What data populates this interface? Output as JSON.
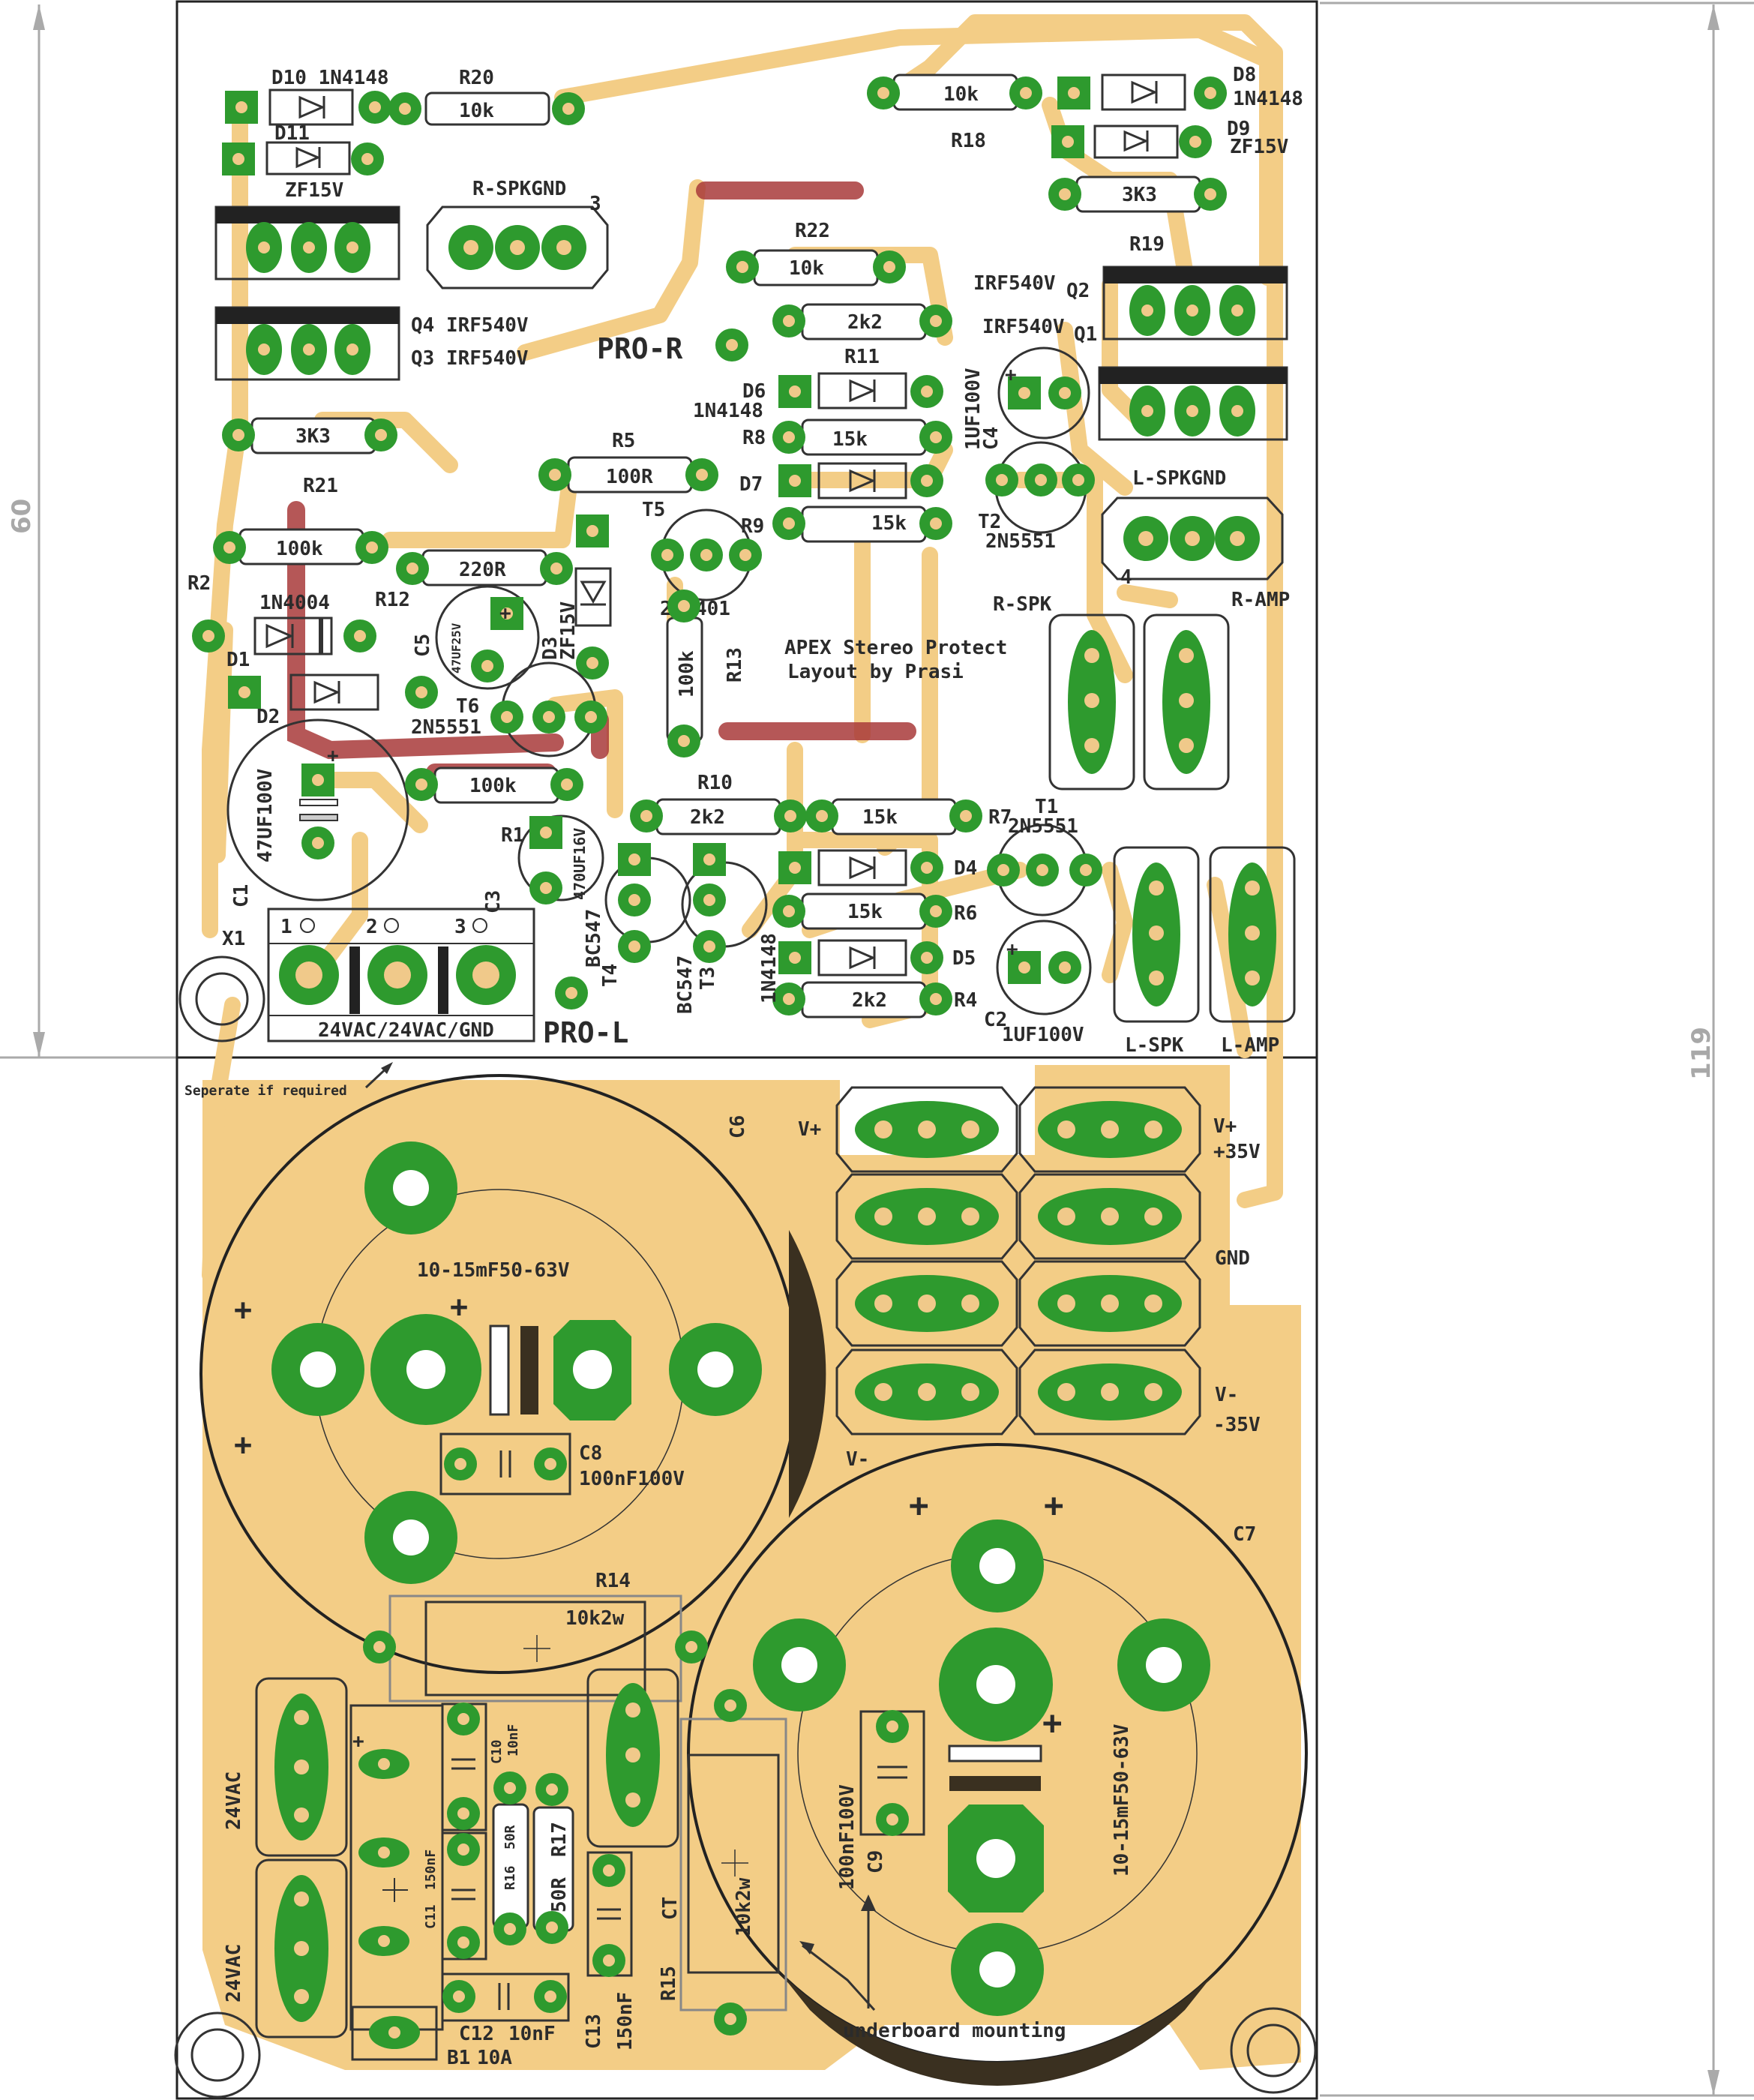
{
  "title": "APEX Stereo Protect",
  "subtitle": "Layout by Prasi",
  "note_separate": "Seperate if required",
  "note_underboard": "underboard mounting",
  "dimensions": {
    "top_height": "60",
    "total_height": "119"
  },
  "connectors": {
    "pro_r": "PRO-R",
    "pro_l": "PRO-L",
    "r_spkgnd": "R-SPKGND",
    "l_spkgnd": "L-SPKGND",
    "r_spk": "R-SPK",
    "r_amp": "R-AMP",
    "l_spk": "L-SPK",
    "l_amp": "L-AMP",
    "x1": "X1",
    "x1_label": "24VAC/24VAC/GND",
    "x1_pins": [
      "1",
      "2",
      "3"
    ],
    "ac1": "24VAC",
    "ac2": "24VAC",
    "v_plus": "V+",
    "v_plus_val": "V+",
    "v_plus_35": "+35V",
    "gnd": "GND",
    "v_minus": "V-",
    "v_minus_35": "-35V",
    "v_minus_label": "V-",
    "ct": "CT",
    "pin3": "3",
    "pin4": "4"
  },
  "parts": {
    "d10": "D10 1N4148",
    "r20": "R20",
    "r20v": "10k",
    "r18v": "10k",
    "r18": "R18",
    "d8": "D8",
    "d8v": "1N4148",
    "d9": "D9",
    "d9v": "ZF15V",
    "d11": "D11",
    "d11v": "ZF15V",
    "r19v": "3K3",
    "r19": "R19",
    "q2": "IRF540V",
    "q2n": "Q2",
    "q1": "IRF540V",
    "q1n": "Q1",
    "q4": "Q4 IRF540V",
    "q3": "Q3 IRF540V",
    "r22": "R22",
    "r22v": "10k",
    "r11v": "2k2",
    "r11": "R11",
    "d6": "D6",
    "d6v": "1N4148",
    "r8": "R8",
    "r8v": "15k",
    "c4v": "1UF100V",
    "c4": "C4",
    "r21v": "3K3",
    "r21": "R21",
    "r5": "R5",
    "r5v": "100R",
    "d7": "D7",
    "r9": "R9",
    "r9v": "15k",
    "t5": "T5",
    "t2": "T2",
    "t2v": "2N5551",
    "r2v": "100k",
    "r2": "R2",
    "r12v": "220R",
    "r12": "R12",
    "d1v": "1N4004",
    "d1": "D1",
    "d2": "D2",
    "c5": "C5",
    "c5v": "47UF25V",
    "d3": "D3",
    "d3v": "ZF15V",
    "t5v": "2N5401",
    "r13": "R13",
    "r13v": "100k",
    "t6": "T6",
    "t6v": "2N5551",
    "r1v": "100k",
    "r1": "R1",
    "c1v": "47UF100V",
    "c1": "C1",
    "c3": "C3",
    "c3v": "470UF16V",
    "r10": "R10",
    "r10v": "2k2",
    "r7v": "15k",
    "r7": "R7",
    "t1": "T1",
    "t1v": "2N5551",
    "d4": "D4",
    "r6v": "15k",
    "r6": "R6",
    "d5": "D5",
    "r4v": "2k2",
    "r4": "R4",
    "c2": "C2",
    "c2v": "1UF100V",
    "t4": "T4",
    "t4v": "BC547",
    "t3": "T3",
    "t3v": "BC547",
    "d45v": "1N4148",
    "c6": "C6",
    "c6v": "10-15mF50-63V",
    "c8": "C8",
    "c8v": "100nF100V",
    "r14": "R14",
    "r14v": "10k2w",
    "c7": "C7",
    "c7v": "10-15mF50-63V",
    "c9": "C9",
    "c9v": "100nF100V",
    "c10": "C10",
    "c10v": "10nF",
    "r16": "R16",
    "r16v": "50R",
    "r17": "R17",
    "r17v": "50R",
    "c11": "C11",
    "c11v": "150nF",
    "r15": "R15",
    "r15v": "10k2w",
    "c12": "C12",
    "c12v": "10nF",
    "c13": "C13",
    "c13v": "150nF",
    "b1": "B1",
    "b1v": "10A"
  },
  "colors": {
    "copper": "#f3cd86",
    "pad": "#2e9a2e",
    "hole": "#f0c98a",
    "jumper": "#a83a3a"
  }
}
